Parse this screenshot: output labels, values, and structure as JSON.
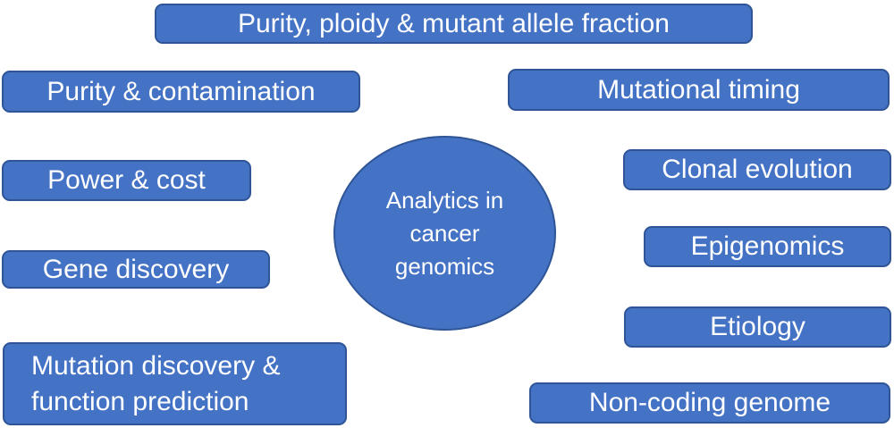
{
  "colors": {
    "background": "#ffffff",
    "node_fill": "#4472C4",
    "node_border": "#2F5597",
    "node_text": "#ffffff"
  },
  "center": {
    "label": "Analytics in cancer genomics"
  },
  "nodes": [
    {
      "id": "purity-ploidy-mutant-allele-fraction",
      "label": "Purity, ploidy & mutant allele fraction"
    },
    {
      "id": "purity-contamination",
      "label": "Purity & contamination"
    },
    {
      "id": "mutational-timing",
      "label": "Mutational timing"
    },
    {
      "id": "power-cost",
      "label": "Power & cost"
    },
    {
      "id": "clonal-evolution",
      "label": "Clonal evolution"
    },
    {
      "id": "gene-discovery",
      "label": "Gene discovery"
    },
    {
      "id": "epigenomics",
      "label": "Epigenomics"
    },
    {
      "id": "etiology",
      "label": "Etiology"
    },
    {
      "id": "mutation-discovery-function-prediction",
      "label": "Mutation discovery & function prediction"
    },
    {
      "id": "non-coding-genome",
      "label": "Non-coding genome"
    }
  ]
}
